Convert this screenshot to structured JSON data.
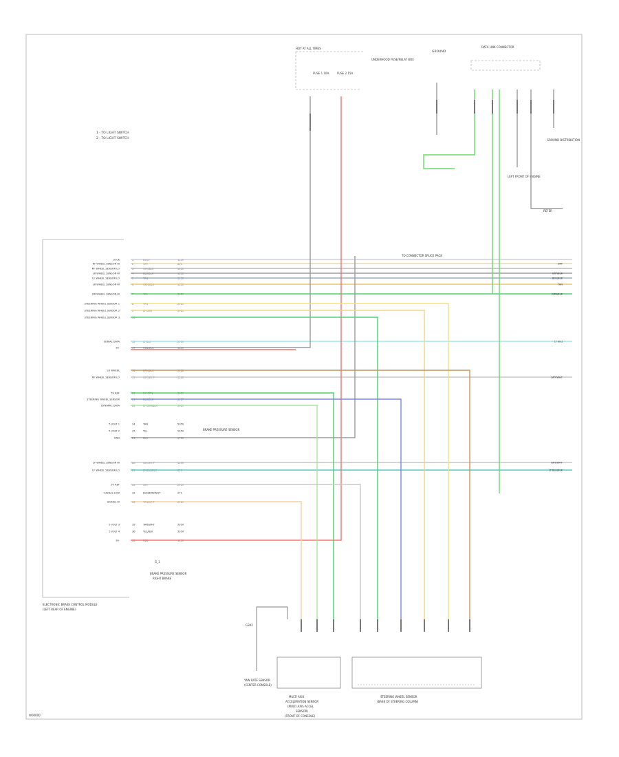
{
  "notes": [
    "1 - TO LIGHT SWITCH",
    "2 - TO LIGHT SWITCH"
  ],
  "top_labels": {
    "hot_at_all_times": "HOT AT ALL TIMES",
    "fuse_label": "FUSE 1 10A",
    "fuse_label2": "FUSE 2 15A",
    "underhood_fuse_box": "UNDERHOOD FUSE/RELAY BOX",
    "ground": "GROUND",
    "left_front": "LEFT FRONT OF ENGINE",
    "ground_distribution": "GROUND DISTRIBUTION",
    "data_link": "DATA LINK CONNECTOR",
    "right_ref": "REFER"
  },
  "ground_symbol": "G_1",
  "module_name": [
    "ELECTRONIC BRAKE CONTROL MODULE",
    "(LEFT REAR OF ENGINE)"
  ],
  "module_pins_label": "RIGHT BRAKE",
  "pins": [
    {
      "label": "LOCK",
      "num": "1",
      "wire": "BLK/Y",
      "circuit": "1150"
    },
    {
      "label": "RF WHEEL SENSOR HI",
      "num": "2",
      "wire": "GRY",
      "circuit": "830"
    },
    {
      "label": "RF WHEEL SENSOR LO",
      "num": "3",
      "wire": "GRY/BLK",
      "circuit": "1130"
    },
    {
      "label": "LR WHEEL SENSOR HI",
      "num": "4",
      "wire": "BLU/BLK",
      "circuit": "1130"
    },
    {
      "label": "LF WHEEL SENSOR LO",
      "num": "5",
      "wire": "TAN",
      "circuit": "1130"
    },
    {
      "label": "LR WHEEL SENSOR HI",
      "num": "6",
      "wire": "GRN/BLK",
      "circuit": "1130"
    },
    {
      "label": "RR WHEEL SENSOR HI",
      "num": "7",
      "wire": "YEL",
      "circuit": "5029"
    },
    {
      "label": "STEERING WHEEL SENSOR 1",
      "num": "8",
      "wire": "TAN",
      "circuit": "5029"
    },
    {
      "label": "STEERING WHEEL SENSOR 2",
      "num": "9",
      "wire": "LT GRN",
      "circuit": "5029"
    },
    {
      "label": "STEERING WHEEL SENSOR 3",
      "num": "10",
      "wire": "",
      "circuit": ""
    },
    {
      "label": "SERIAL DATA",
      "num": "13",
      "wire": "LT BLU",
      "circuit": "5060"
    },
    {
      "label": "B+",
      "num": "14",
      "wire": "RED/BLK",
      "circuit": "1150"
    },
    {
      "label": "LR WHEEL",
      "num": "16",
      "wire": "BRN/BLK",
      "circuit": "5028"
    },
    {
      "label": "RF WHEEL SENSOR LO",
      "num": "17",
      "wire": "GRY/WHT",
      "circuit": "1160"
    },
    {
      "label": "5V REF",
      "num": "20",
      "wire": "DK GRN",
      "circuit": "5029"
    },
    {
      "label": "STEERING WHEEL SENSOR",
      "num": "21",
      "wire": "BLU/BLK",
      "circuit": "5027"
    },
    {
      "label": "DYNAMIC DATA",
      "num": "22",
      "wire": "LT GRN/BLK",
      "circuit": "5029"
    },
    {
      "label": "5 VOLT 1",
      "num": "24",
      "wire": "TAN",
      "circuit": "5050"
    },
    {
      "label": "5 VOLT 2",
      "num": "25",
      "wire": "YEL",
      "circuit": "5050"
    },
    {
      "label": "GND",
      "num": "26",
      "wire": "BLK",
      "circuit": "1750"
    },
    {
      "label": "LF WHEEL SENSOR HI",
      "num": "28",
      "wire": "GRY/WHT",
      "circuit": "1160"
    },
    {
      "label": "LF WHEEL SENSOR LO",
      "num": "29",
      "wire": "LT BLU/BLK",
      "circuit": "830"
    },
    {
      "label": "5V REF",
      "num": "31",
      "wire": "GRY",
      "circuit": "5050"
    },
    {
      "label": "SIGNAL LOW",
      "num": "32",
      "wire": "BLK/BRN/WHT",
      "circuit": "271"
    },
    {
      "label": "SIGNAL HI",
      "num": "33",
      "wire": "TAN/WHT",
      "circuit": "5029"
    },
    {
      "label": "5 VOLT 3",
      "num": "35",
      "wire": "TAN/WHT",
      "circuit": "5050"
    },
    {
      "label": "5 VOLT 4",
      "num": "36",
      "wire": "YEL/BLK",
      "circuit": "5050"
    },
    {
      "label": "B+",
      "num": "38",
      "wire": "RED",
      "circuit": "1150"
    }
  ],
  "right_labels": [
    "GRY",
    "GRY/BLK",
    "BLU/BLK",
    "TAN",
    "GRN/BLK",
    "LT BLU",
    "GRY/WHT",
    "GRY/WHT",
    "LT BLU/BLK"
  ],
  "splice_note": "TO CONNECTOR SPLICE PACK",
  "mid_notes": [
    "BRAKE PRESSURE SENSOR",
    "BRAKE PRESSURE SENSOR"
  ],
  "bottom": {
    "left_ground_label": "G302",
    "left_component": [
      "YAW RATE SENSOR",
      "(CENTER CONSOLE)"
    ],
    "left_box": [
      "MULTI AXIS",
      "ACCELERATION SENSOR",
      "(MULTI AXIS ACCEL",
      "SENSOR)",
      "(FRONT OF CONSOLE)"
    ],
    "right_box": [
      "STEERING WHEEL SENSOR",
      "(BASE OF STEERING COLUMN)"
    ]
  },
  "page_ref": "W00000"
}
